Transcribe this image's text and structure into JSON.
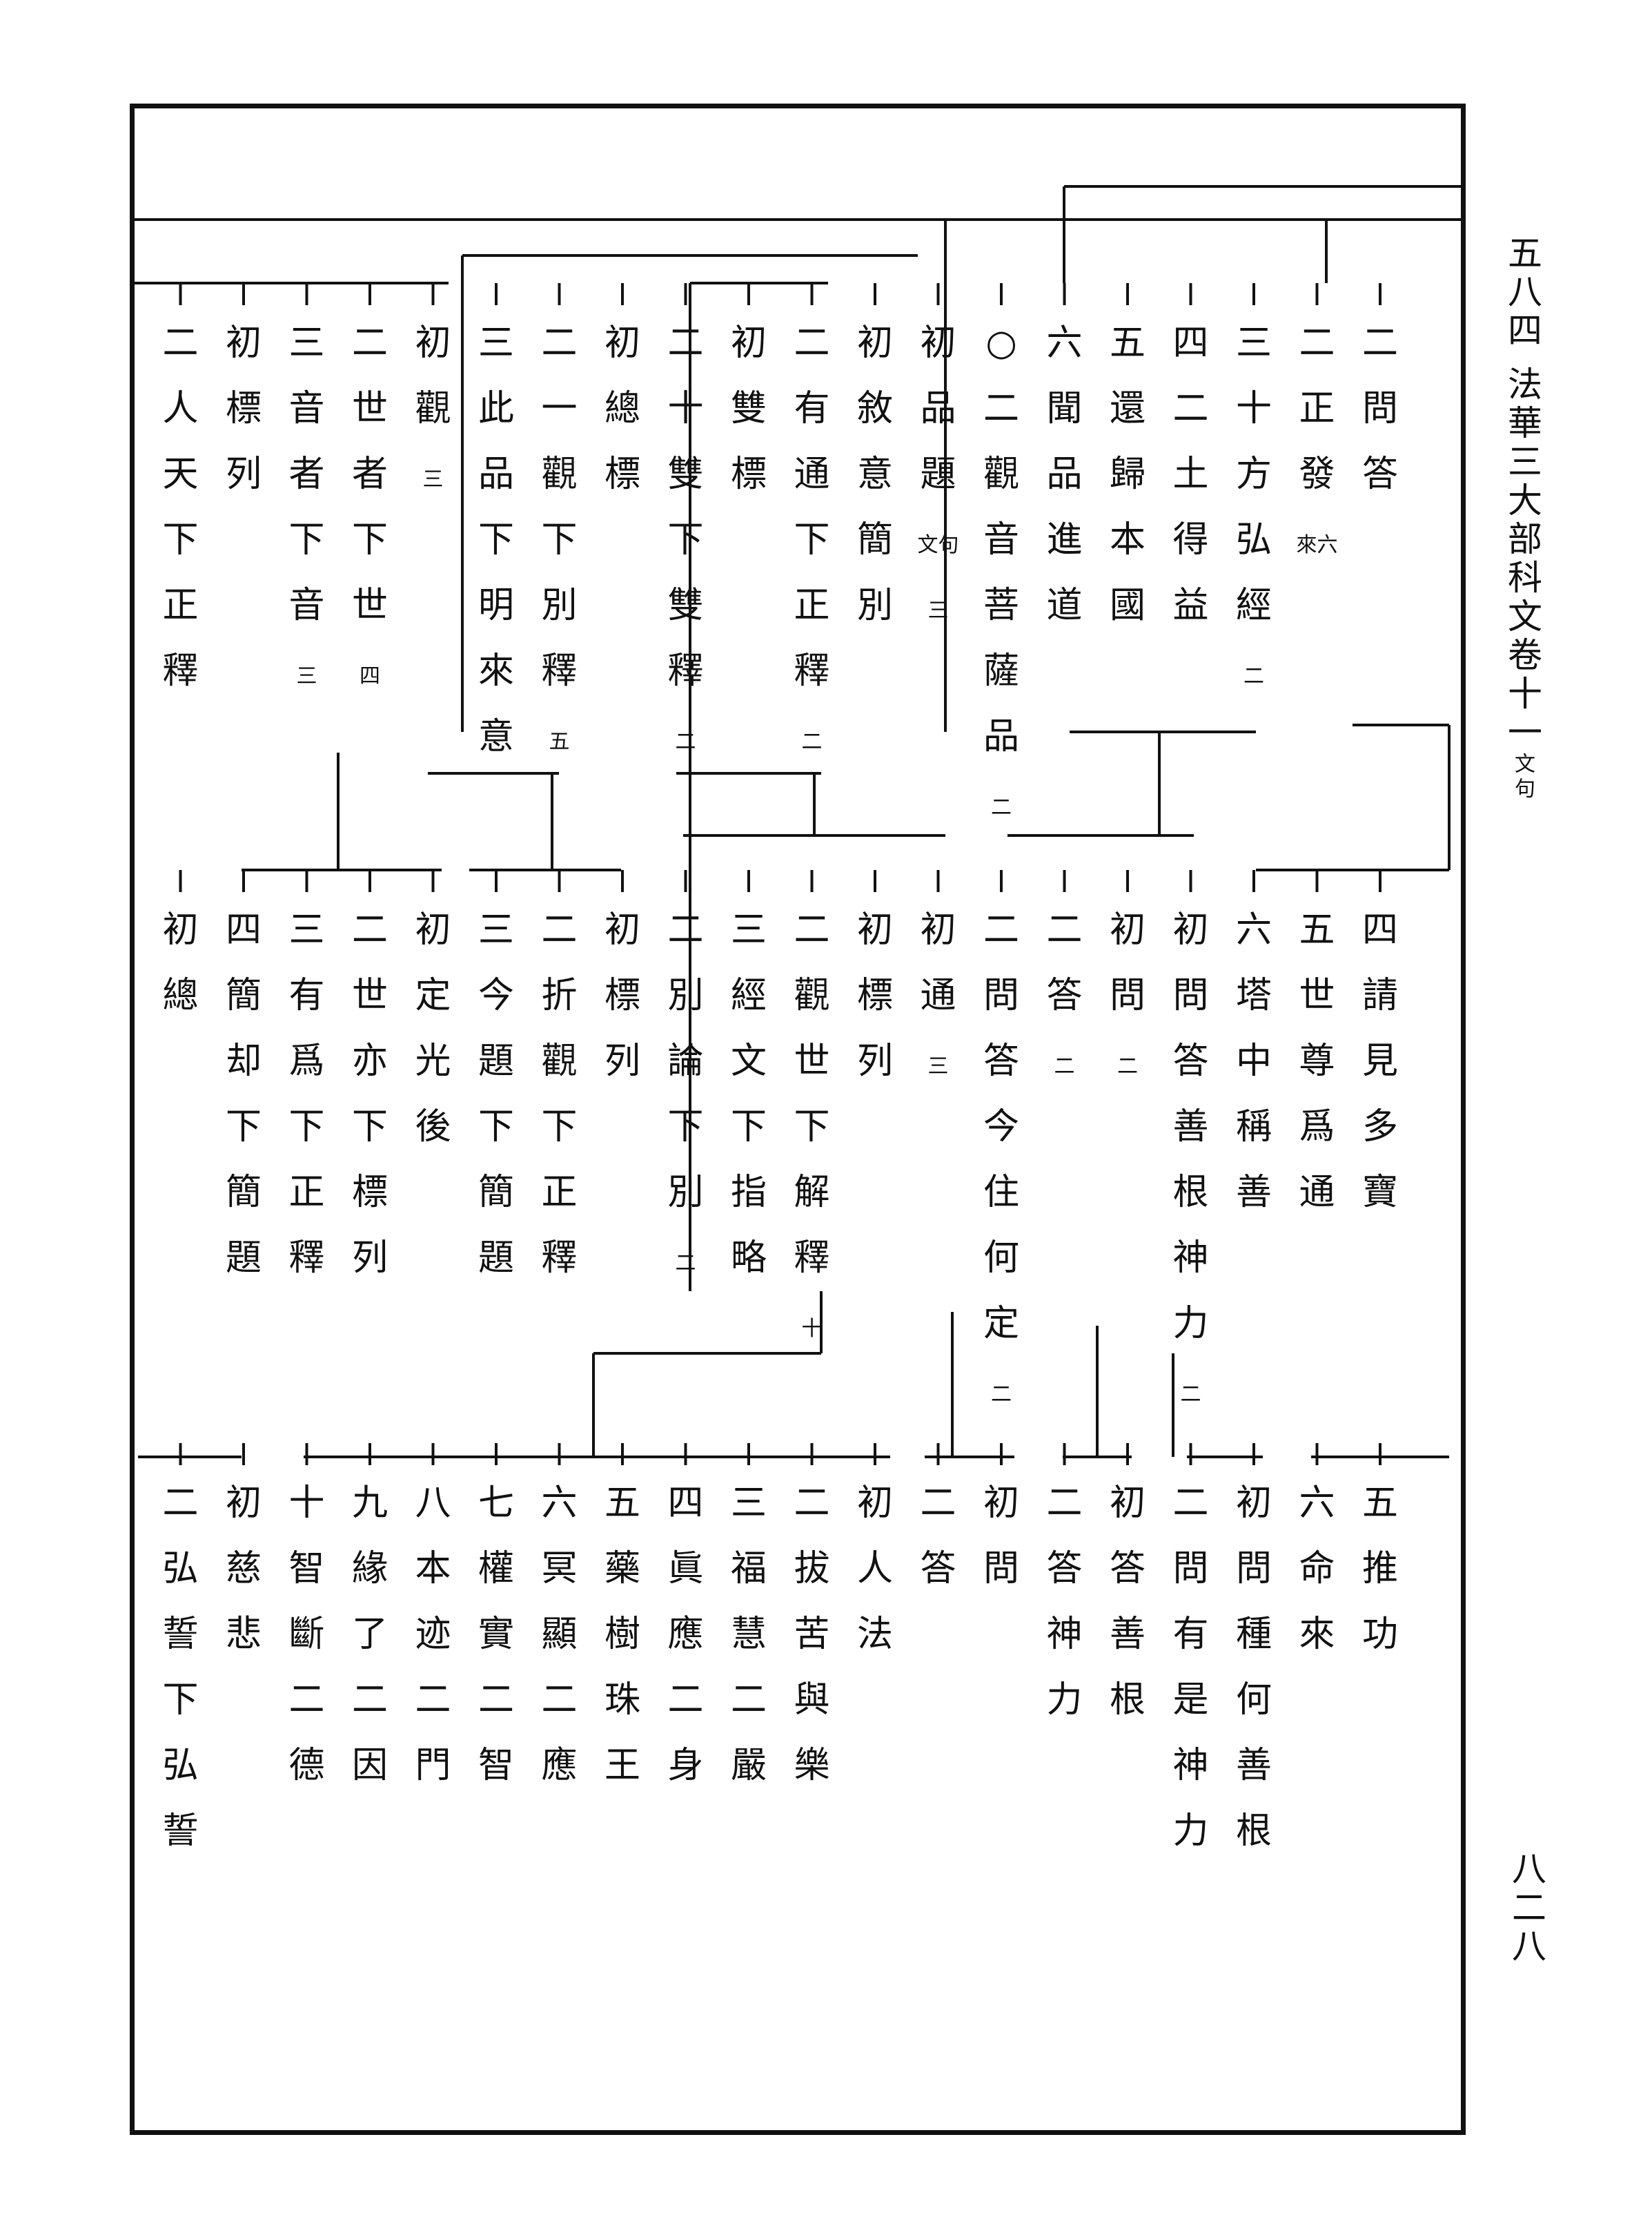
{
  "header": {
    "page_label": "五八四 法華三大部科文卷十一",
    "page_label_note": "文句",
    "page_number": "八二八"
  },
  "bands": [
    {
      "id": "band1",
      "columns": [
        {
          "text": "二問答"
        },
        {
          "text": "二正發",
          "note": "來六"
        },
        {
          "text": "三十方弘經",
          "note": "二"
        },
        {
          "text": "四二土得益"
        },
        {
          "text": "五還歸本國"
        },
        {
          "text": "六聞品進道"
        },
        {
          "text": "○二觀音菩薩品",
          "note": "二"
        },
        {
          "text": "初品題",
          "note": "文句三"
        },
        {
          "text": "初敘意簡別"
        },
        {
          "text": "二有通下正釋",
          "note": "二"
        },
        {
          "text": "初雙標"
        },
        {
          "text": "二十雙下雙釋",
          "note": "二"
        },
        {
          "text": "初總標"
        },
        {
          "text": "二一觀下別釋",
          "note": "五"
        },
        {
          "text": "三此品下明來意"
        },
        {
          "text": "初觀",
          "note": "三"
        },
        {
          "text": "二世者下世",
          "note": "四"
        },
        {
          "text": "三音者下音",
          "note": "三"
        },
        {
          "text": "初標列"
        },
        {
          "text": "二人天下正釋"
        }
      ]
    },
    {
      "id": "band2",
      "columns": [
        {
          "text": "四請見多寶"
        },
        {
          "text": "五世尊爲通"
        },
        {
          "text": "六塔中稱善"
        },
        {
          "text": "初問答善根神力",
          "note": "二"
        },
        {
          "text": "初問",
          "note": "二"
        },
        {
          "text": "二答",
          "note": "二"
        },
        {
          "text": "二問答今住何定",
          "note": "二"
        },
        {
          "text": "初通",
          "note": "三"
        },
        {
          "text": "初標列"
        },
        {
          "text": "二觀世下解釋",
          "note": "十"
        },
        {
          "text": "三經文下指略"
        },
        {
          "text": "二別論下別",
          "note": "二"
        },
        {
          "text": "初標列"
        },
        {
          "text": "二折觀下正釋"
        },
        {
          "text": "三今題下簡題"
        },
        {
          "text": "初定光後"
        },
        {
          "text": "二世亦下標列"
        },
        {
          "text": "三有爲下正釋"
        },
        {
          "text": "四簡却下簡題"
        },
        {
          "text": "初總"
        }
      ]
    },
    {
      "id": "band3",
      "columns": [
        {
          "text": "五推功"
        },
        {
          "text": "六命來"
        },
        {
          "text": "初問種何善根"
        },
        {
          "text": "二問有是神力"
        },
        {
          "text": "初答善根"
        },
        {
          "text": "二答神力"
        },
        {
          "text": "初問"
        },
        {
          "text": "二答"
        },
        {
          "text": "初人法"
        },
        {
          "text": "二拔苦與樂"
        },
        {
          "text": "三福慧二嚴"
        },
        {
          "text": "四眞應二身"
        },
        {
          "text": "五藥樹珠王"
        },
        {
          "text": "六冥顯二應"
        },
        {
          "text": "七權實二智"
        },
        {
          "text": "八本迹二門"
        },
        {
          "text": "九緣了二因"
        },
        {
          "text": "十智斷二德"
        },
        {
          "text": "初慈悲"
        },
        {
          "text": "二弘誓下弘誓"
        }
      ]
    }
  ]
}
